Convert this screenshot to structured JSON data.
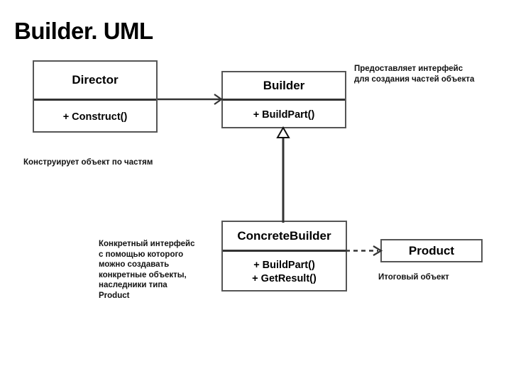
{
  "slide": {
    "title": "Builder. UML",
    "background_color": "#ffffff",
    "text_color": "#000000"
  },
  "diagram": {
    "type": "uml-class-diagram",
    "classes": [
      {
        "key": "director",
        "name": "Director",
        "members": [
          "+ Construct()"
        ],
        "note": "Конструирует объект по частям"
      },
      {
        "key": "builder",
        "name": "Builder",
        "members": [
          "+ BuildPart()"
        ],
        "note_line_1": "Предоставляет интерфейс",
        "note_line_2": "для создания частей объекта"
      },
      {
        "key": "concretebuilder",
        "name": "ConcreteBuilder",
        "members": [
          "+ BuildPart()",
          "+ GetResult()"
        ]
      },
      {
        "key": "product",
        "name": "Product",
        "note": "Итоговый объект"
      }
    ],
    "class_names": {
      "director": "Director",
      "builder": "Builder",
      "concretebuilder": "ConcreteBuilder",
      "product": "Product"
    },
    "members": {
      "director_construct": "+ Construct()",
      "builder_buildpart": "+ BuildPart()",
      "concrete_buildpart": "+ BuildPart()",
      "concrete_getresult": "+ GetResult()"
    },
    "relations": [
      {
        "from": "Director",
        "to": "Builder",
        "kind": "association",
        "line": "solid",
        "arrow": "open"
      },
      {
        "from": "ConcreteBuilder",
        "to": "Builder",
        "kind": "generalization",
        "line": "solid",
        "arrow": "hollow-triangle"
      },
      {
        "from": "ConcreteBuilder",
        "to": "Product",
        "kind": "dependency",
        "line": "dashed",
        "arrow": "open"
      }
    ],
    "line_color": "#333333",
    "box_border_color": "#555555"
  },
  "notes": {
    "director": "Конструирует объект по частям",
    "builder": {
      "line_1": "Предоставляет интерфейс",
      "line_2": "для создания частей объекта"
    },
    "concretebuilder": {
      "line_1": "Конкретный интерфейс",
      "line_2": "с помощью которого",
      "line_3": "можно создавать",
      "line_4": "конкретные объекты,",
      "line_5": "наследники типа",
      "line_6": "Product"
    },
    "product": "Итоговый объект"
  }
}
